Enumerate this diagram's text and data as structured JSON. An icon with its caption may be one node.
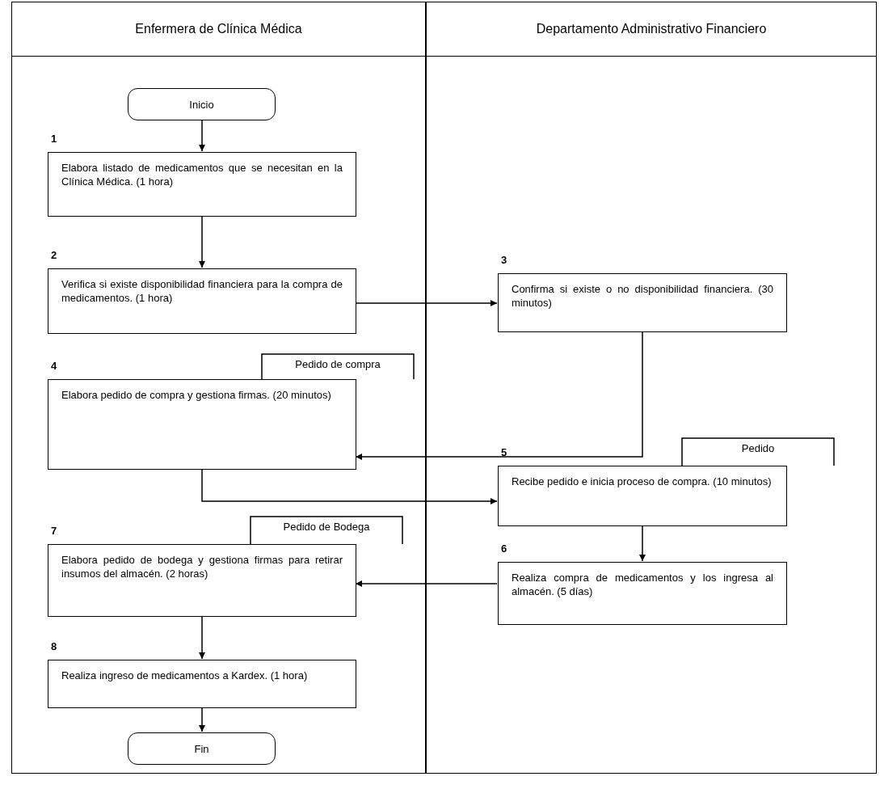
{
  "diagram": {
    "nodes": [
      {
        "text": [
          "Enfermera de Clínica Médica"
        ]
      },
      {
        "text": [
          "Departamento Administrativo Financiero"
        ]
      },
      {
        "text": [
          "Inicio"
        ],
        "in": 0
      },
      {
        "text": [
          "Elabora listado de medicamentos que se necesitan en la Clínica Médica. (1 hora)"
        ],
        "beside": [
          "1"
        ],
        "in": 0
      },
      {
        "text": [
          "Verifica si existe disponibilidad financiera para la compra de medicamentos. (1 hora)"
        ],
        "beside": [
          "2"
        ],
        "in": 0
      },
      {
        "text": [
          "Confirma si existe o no disponibilidad financiera. (30 minutos)"
        ],
        "beside": [
          "3"
        ],
        "in": 1
      },
      {
        "text": [
          "Elabora pedido de compra y gestiona firmas. (20 minutos)"
        ],
        "beside": [
          "4"
        ],
        "in": 0
      },
      {
        "text": [
          "Pedido de compra"
        ],
        "in": 0
      },
      {
        "text": [
          "Recibe pedido e inicia proceso de compra. (10 minutos)"
        ],
        "beside": [
          "5"
        ],
        "in": 1
      },
      {
        "text": [
          "Pedido"
        ],
        "in": 1
      },
      {
        "text": [
          "Realiza compra de medicamentos y los ingresa al almacén. (5 días)"
        ],
        "beside": [
          "6"
        ],
        "in": 1
      },
      {
        "text": [
          "Elabora pedido de bodega y gestiona firmas para retirar insumos del almacén. (2 horas)"
        ],
        "beside": [
          "7"
        ],
        "in": 0
      },
      {
        "text": [
          "Pedido de Bodega"
        ],
        "in": 0
      },
      {
        "text": [
          "Realiza ingreso de medicamentos a Kardex. (1 hora)"
        ],
        "beside": [
          "8"
        ],
        "in": 0
      },
      {
        "text": [
          "Fin"
        ],
        "in": 0
      }
    ],
    "edges": [
      {
        "from": 2,
        "to": 3,
        "arrow": "to"
      },
      {
        "from": 3,
        "to": 4,
        "arrow": "to"
      },
      {
        "from": 4,
        "to": 5,
        "arrow": "to"
      },
      {
        "from": 5,
        "to": 6,
        "arrow": "to"
      },
      {
        "from": 6,
        "to": 8,
        "arrow": "to"
      },
      {
        "from": 8,
        "to": 10,
        "arrow": "to"
      },
      {
        "from": 10,
        "to": 11,
        "arrow": "to"
      },
      {
        "from": 11,
        "to": 13,
        "arrow": "to"
      },
      {
        "from": 13,
        "to": 14,
        "arrow": "to"
      }
    ]
  }
}
